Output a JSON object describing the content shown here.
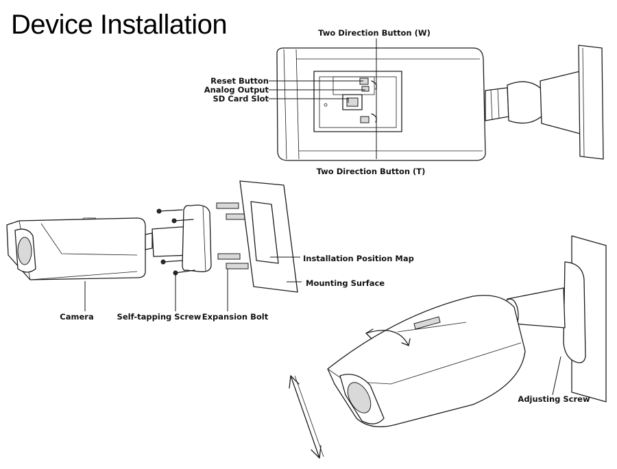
{
  "title": "Device Installation",
  "labels": {
    "two_direction_w": "Two Direction Button (W)",
    "reset_button": "Reset Button",
    "analog_output": "Analog Output",
    "sd_card_slot": "SD Card Slot",
    "two_direction_t": "Two Direction Button (T)",
    "installation_position_map": "Installation Position Map",
    "mounting_surface": "Mounting Surface",
    "camera": "Camera",
    "self_tapping_screw": "Self-tapping Screw",
    "expansion_bolt": "Expansion Bolt",
    "adjusting_screw": "Adjusting Screw"
  }
}
